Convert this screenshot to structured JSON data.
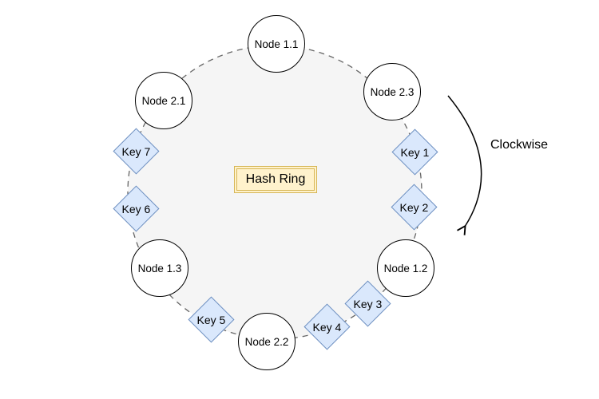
{
  "diagram": {
    "center_label": "Hash Ring",
    "direction_label": "Clockwise",
    "nodes": [
      {
        "label": "Node 1.1"
      },
      {
        "label": "Node 2.3"
      },
      {
        "label": "Node 1.2"
      },
      {
        "label": "Node 2.2"
      },
      {
        "label": "Node 1.3"
      },
      {
        "label": "Node 2.1"
      }
    ],
    "keys": [
      {
        "label": "Key 1"
      },
      {
        "label": "Key 2"
      },
      {
        "label": "Key 3"
      },
      {
        "label": "Key 4"
      },
      {
        "label": "Key 5"
      },
      {
        "label": "Key 6"
      },
      {
        "label": "Key 7"
      }
    ],
    "colors": {
      "ring_fill": "#F5F5F5",
      "ring_stroke": "#666666",
      "node_fill": "#FFFFFF",
      "node_stroke": "#000000",
      "key_fill": "#DAE8FC",
      "key_stroke": "#6C8EBF",
      "center_box_fill": "#FFF2CC",
      "center_box_stroke": "#D6B656",
      "arrow": "#000000"
    }
  }
}
